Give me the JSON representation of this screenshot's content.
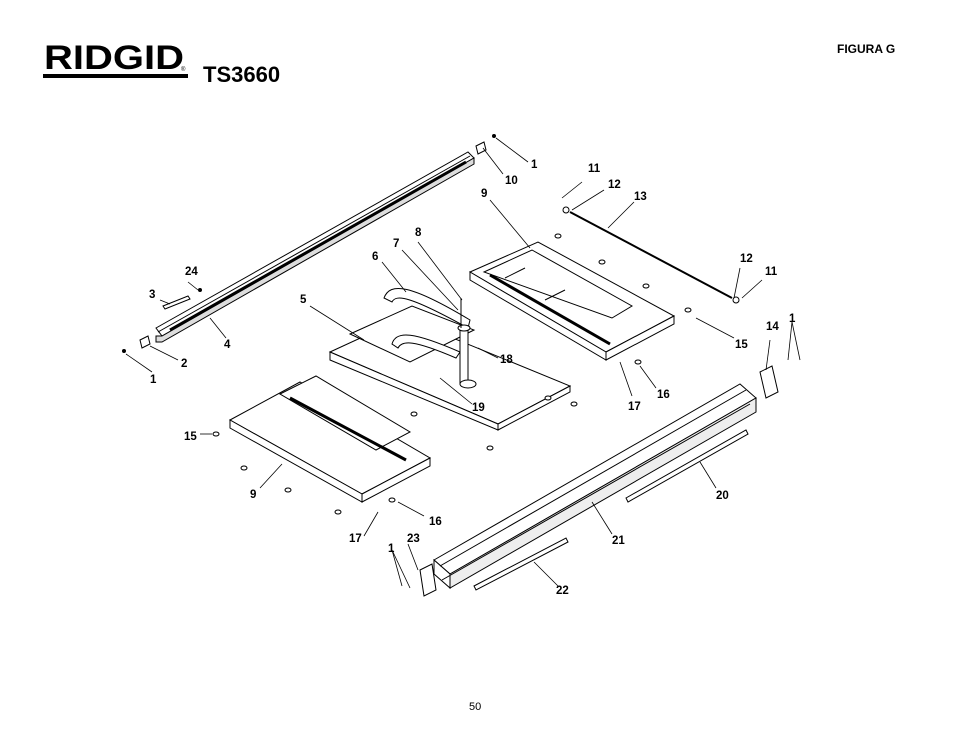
{
  "header": {
    "brand": "RIDGID",
    "model": "TS3660",
    "figure_label": "FIGURA G"
  },
  "footer": {
    "page_number": "50"
  },
  "diagram": {
    "callouts": [
      "1",
      "10",
      "11",
      "12",
      "13",
      "9",
      "8",
      "7",
      "6",
      "24",
      "3",
      "5",
      "12",
      "11",
      "14",
      "1",
      "4",
      "2",
      "1",
      "18",
      "15",
      "16",
      "17",
      "19",
      "15",
      "9",
      "16",
      "17",
      "20",
      "21",
      "1",
      "23",
      "22"
    ]
  }
}
